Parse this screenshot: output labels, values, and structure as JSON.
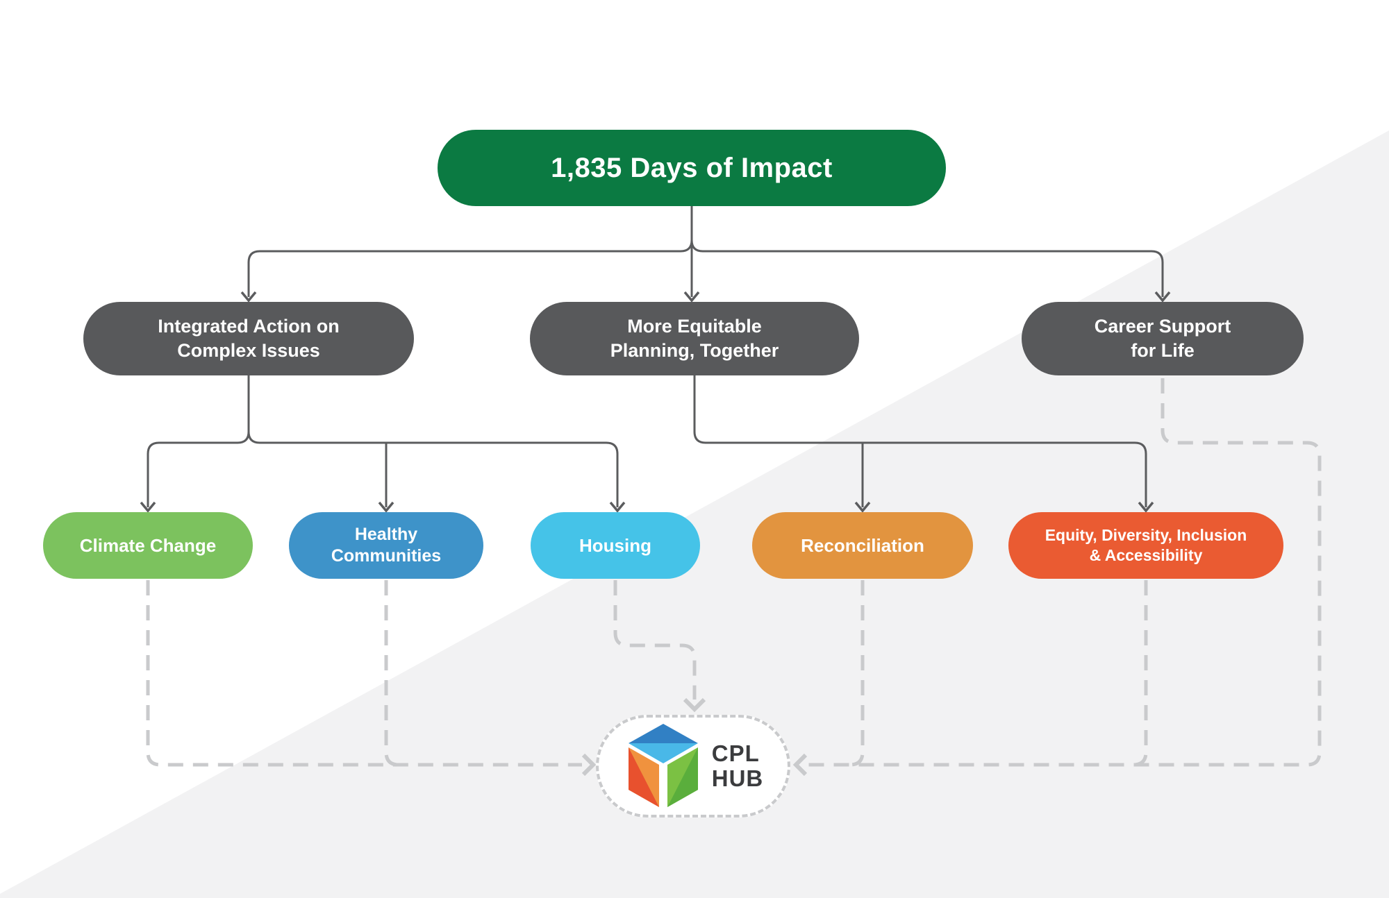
{
  "title": {
    "label": "1,835 Days of Impact",
    "bg": "#0b7a42",
    "text_color": "#ffffff"
  },
  "pillars": [
    {
      "id": "integrated-action",
      "label": "Integrated Action on\nComplex Issues",
      "bg": "#58595b"
    },
    {
      "id": "equitable-planning",
      "label": "More Equitable\nPlanning, Together",
      "bg": "#58595b"
    },
    {
      "id": "career-support",
      "label": "Career Support\nfor Life",
      "bg": "#58595b"
    }
  ],
  "topics": [
    {
      "id": "climate-change",
      "label": "Climate Change",
      "bg": "#7cc25e"
    },
    {
      "id": "healthy-communities",
      "label": "Healthy\nCommunities",
      "bg": "#3e93c9"
    },
    {
      "id": "housing",
      "label": "Housing",
      "bg": "#45c3e8"
    },
    {
      "id": "reconciliation",
      "label": "Reconciliation",
      "bg": "#e2943f"
    },
    {
      "id": "edia",
      "label": "Equity, Diversity, Inclusion\n& Accessibility",
      "bg": "#ea5b32"
    }
  ],
  "hub": {
    "label": "CPL\nHUB",
    "text_color": "#3b3c3e",
    "logo_colors": {
      "top_dark": "#3180c4",
      "top_light": "#49b8e8",
      "left_dark": "#e8512e",
      "left_light": "#f0923e",
      "right_dark": "#5aae3c",
      "right_light": "#7bc143"
    }
  },
  "style": {
    "background_top": "#ffffff",
    "background_bottom": "#f2f2f3",
    "solid_connector": "#5b5c5e",
    "dashed_connector": "#c9cacc"
  }
}
